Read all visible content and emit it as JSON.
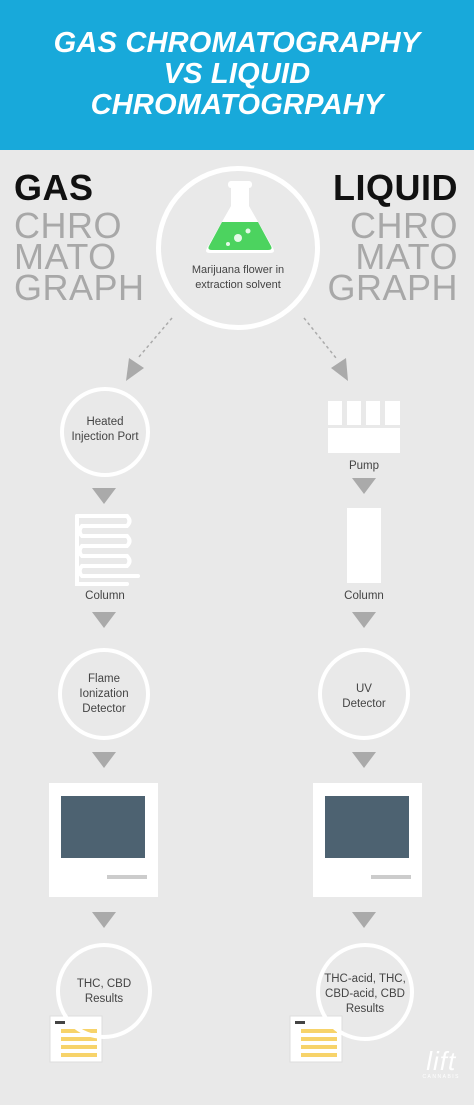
{
  "header": {
    "title_line1": "GAS CHROMATOGRAPHY",
    "title_line2": "VS LIQUID",
    "title_line3": "CHROMATOGRPAHY"
  },
  "colors": {
    "header_bg": "#18a9da",
    "background": "#e9e9e9",
    "flask_liquid": "#4cd35f",
    "screen": "#4d6271",
    "paper": "#f7d36a"
  },
  "gas": {
    "word1": "GAS",
    "word2": "CHRO",
    "word3": "MATO",
    "word4": "GRAPH",
    "step1_line1": "Heated",
    "step1_line2": "Injection Port",
    "step2": "Column",
    "step3_line1": "Flame",
    "step3_line2": "Ionization",
    "step3_line3": "Detector",
    "result_line1": "THC, CBD",
    "result_line2": "Results"
  },
  "liquid": {
    "word1": "LIQUID",
    "word2": "CHRO",
    "word3": "MATO",
    "word4": "GRAPH",
    "step1": "Pump",
    "step2": "Column",
    "step3_line1": "UV",
    "step3_line2": "Detector",
    "result_line1": "THC-acid, THC,",
    "result_line2": "CBD-acid, CBD",
    "result_line3": "Results"
  },
  "sample": {
    "line1": "Marijuana flower in",
    "line2": "extraction solvent"
  },
  "logo": {
    "text": "lift",
    "subtext": "CANNABIS"
  }
}
